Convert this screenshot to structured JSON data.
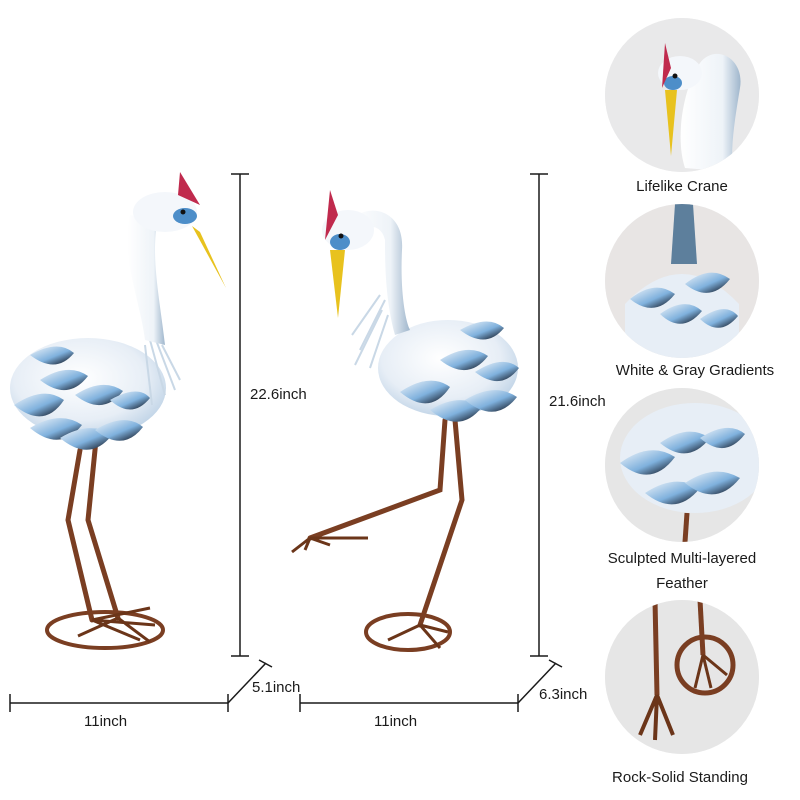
{
  "dimensions": {
    "crane1_height": "22.6inch",
    "crane1_width": "11inch",
    "crane1_depth": "5.1inch",
    "crane2_height": "21.6inch",
    "crane2_width": "11inch",
    "crane2_depth": "6.3inch"
  },
  "features": [
    {
      "label": "Lifelike Crane",
      "icon": "crane-head-closeup"
    },
    {
      "label": "White & Gray Gradients",
      "icon": "crane-neck-closeup"
    },
    {
      "label_line1": "Sculpted Multi-layered",
      "label_line2": "Feather",
      "icon": "feather-closeup"
    },
    {
      "label": "Rock-Solid Standing",
      "icon": "stand-base-closeup"
    }
  ],
  "colors": {
    "white_body": "#f4f7fb",
    "blue_tip": "#4d8ec9",
    "dark_tip": "#1d2633",
    "beak": "#e8c21e",
    "crest": "#c02a4d",
    "legs": "#7a3e22"
  }
}
